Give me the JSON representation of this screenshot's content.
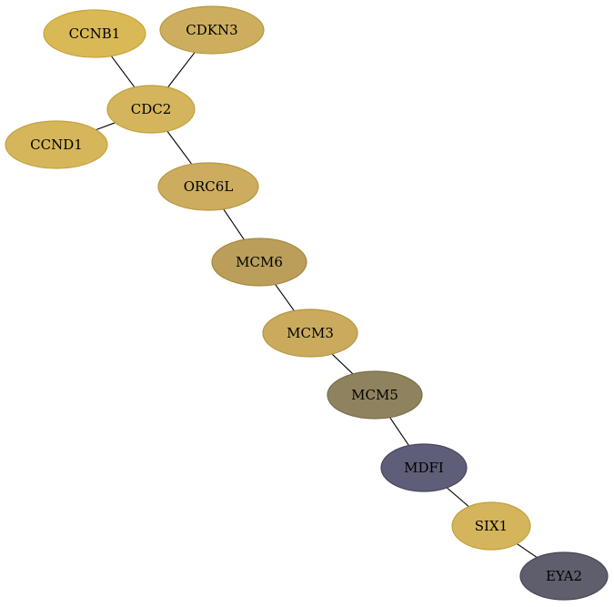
{
  "nodes": [
    {
      "id": "CCNB1",
      "label": "CCNB1",
      "color": "#D9B856",
      "stroke": "#C9A43A"
    },
    {
      "id": "CDKN3",
      "label": "CDKN3",
      "color": "#CCAE5E",
      "stroke": "#B89A44"
    },
    {
      "id": "CDC2",
      "label": "CDC2",
      "color": "#D4B55C",
      "stroke": "#C2A040"
    },
    {
      "id": "CCND1",
      "label": "CCND1",
      "color": "#D6B65A",
      "stroke": "#C4A23E"
    },
    {
      "id": "ORC6L",
      "label": "ORC6L",
      "color": "#CCAC5E",
      "stroke": "#B89842"
    },
    {
      "id": "MCM6",
      "label": "MCM6",
      "color": "#BA9E5A",
      "stroke": "#A68A42"
    },
    {
      "id": "MCM3",
      "label": "MCM3",
      "color": "#CAAB5E",
      "stroke": "#B69642"
    },
    {
      "id": "MCM5",
      "label": "MCM5",
      "color": "#8F825E",
      "stroke": "#7A6E4A"
    },
    {
      "id": "MDFI",
      "label": "MDFI",
      "color": "#5E5E78",
      "stroke": "#46465E"
    },
    {
      "id": "SIX1",
      "label": "SIX1",
      "color": "#D4B55C",
      "stroke": "#C2A040"
    },
    {
      "id": "EYA2",
      "label": "EYA2",
      "color": "#5E5E6C",
      "stroke": "#464656"
    }
  ],
  "edges": [
    {
      "source": "CCNB1",
      "target": "CDC2"
    },
    {
      "source": "CDKN3",
      "target": "CDC2"
    },
    {
      "source": "CCND1",
      "target": "CDC2"
    },
    {
      "source": "CDC2",
      "target": "ORC6L"
    },
    {
      "source": "ORC6L",
      "target": "MCM6"
    },
    {
      "source": "MCM6",
      "target": "MCM3"
    },
    {
      "source": "MCM3",
      "target": "MCM5"
    },
    {
      "source": "MCM5",
      "target": "MDFI"
    },
    {
      "source": "MDFI",
      "target": "SIX1"
    },
    {
      "source": "SIX1",
      "target": "EYA2"
    }
  ]
}
